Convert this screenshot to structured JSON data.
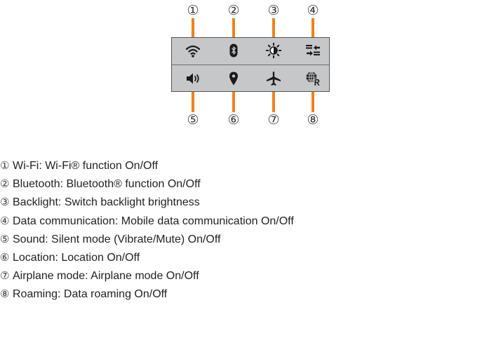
{
  "callouts": {
    "top": [
      "①",
      "②",
      "③",
      "④"
    ],
    "bottom": [
      "⑤",
      "⑥",
      "⑦",
      "⑧"
    ]
  },
  "colors": {
    "leader": "#f0821e",
    "panel": "#c6c7c9",
    "icon": "#1a1a1a"
  },
  "panel": {
    "row1_icons": [
      "wifi-icon",
      "bluetooth-icon",
      "backlight-icon",
      "data-communication-icon"
    ],
    "row2_icons": [
      "sound-icon",
      "location-icon",
      "airplane-icon",
      "roaming-icon"
    ]
  },
  "legend": [
    {
      "num": "①",
      "text": "Wi-Fi: Wi-Fi® function On/Off"
    },
    {
      "num": "②",
      "text": "Bluetooth: Bluetooth® function On/Off"
    },
    {
      "num": "③",
      "text": "Backlight: Switch backlight brightness"
    },
    {
      "num": "④",
      "text": "Data communication: Mobile data communication On/Off"
    },
    {
      "num": "⑤",
      "text": "Sound: Silent mode (Vibrate/Mute) On/Off"
    },
    {
      "num": "⑥",
      "text": "Location: Location On/Off"
    },
    {
      "num": "⑦",
      "text": "Airplane mode: Airplane mode On/Off"
    },
    {
      "num": "⑧",
      "text": "Roaming: Data roaming On/Off"
    }
  ]
}
